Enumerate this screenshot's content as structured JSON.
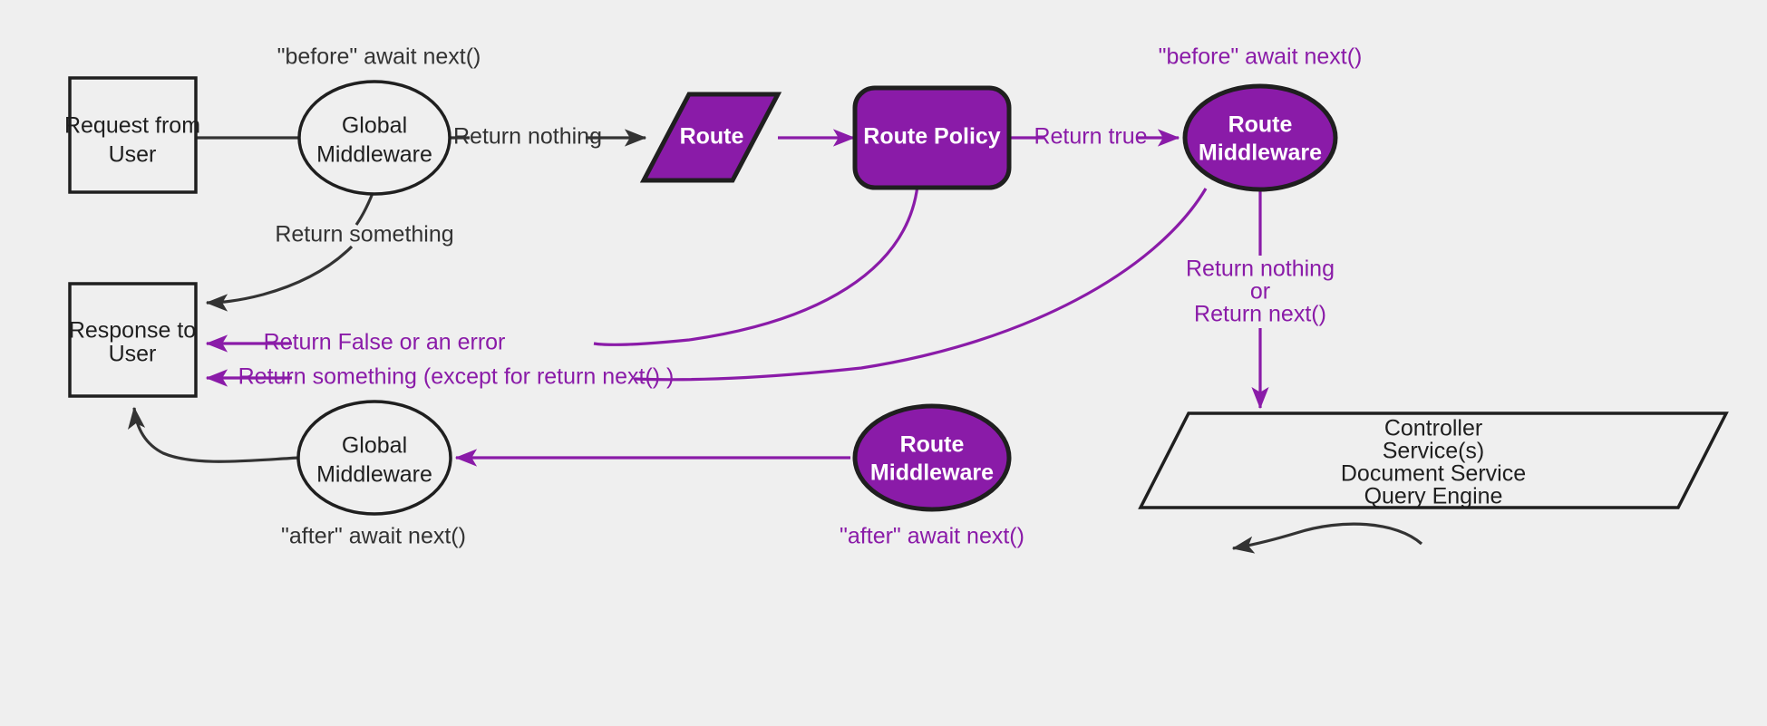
{
  "diagram": {
    "background_color": "#efefef",
    "accent_color": "#8a1ba8",
    "stroke_color": "#1f1f1f",
    "nodes": {
      "request_from_user": {
        "line1": "Request from",
        "line2": "User"
      },
      "global_middleware_before": {
        "line1": "Global",
        "line2": "Middleware"
      },
      "route": {
        "label": "Route"
      },
      "route_policy": {
        "label": "Route Policy"
      },
      "route_middleware_before": {
        "line1": "Route",
        "line2": "Middleware"
      },
      "controller": {
        "line1": "Controller",
        "line2": "Service(s)",
        "line3": "Document Service",
        "line4": "Query Engine"
      },
      "route_middleware_after": {
        "line1": "Route",
        "line2": "Middleware"
      },
      "global_middleware_after": {
        "line1": "Global",
        "line2": "Middleware"
      },
      "response_to_user": {
        "line1": "Response to",
        "line2": "User"
      }
    },
    "annotations": {
      "before_global": "\"before\" await next()",
      "before_route_mw": "\"before\" await next()",
      "after_global": "\"after\" await next()",
      "after_route_mw": "\"after\" await next()"
    },
    "edge_labels": {
      "return_nothing_global": "Return nothing",
      "return_something_global": "Return something",
      "return_true": "Return true",
      "return_nothing_or_1": "Return nothing",
      "return_nothing_or_2": "or",
      "return_nothing_or_3": "Return next()",
      "return_false_or_error": "Return False or an error",
      "return_something_except": "Return something (except for return next() )"
    }
  }
}
